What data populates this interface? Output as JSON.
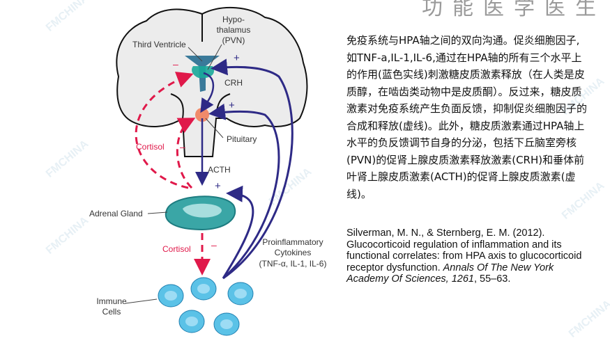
{
  "header": {
    "title": "功能医学医生"
  },
  "watermark": "FMCHINA",
  "diagram": {
    "labels": {
      "hypothalamus": [
        "Hypo-",
        "thalamus",
        "(PVN)"
      ],
      "third_ventricle": "Third Ventricle",
      "crh": "CRH",
      "pituitary": "Pituitary",
      "acth": "ACTH",
      "adrenal_gland": "Adrenal Gland",
      "cortisol_top": "Cortisol",
      "cortisol_bottom": "Cortisol",
      "cytokines": [
        "Proinflammatory",
        "Cytokines",
        "(TNF-α, IL-1, IL-6)"
      ],
      "immune_cells": [
        "Immune",
        "Cells"
      ],
      "plus": "+",
      "minus": "–"
    },
    "colors": {
      "positive": "#2e2a86",
      "negative": "#e0194a",
      "cells": "#5bc2e7",
      "adrenal": "#3aa6a6",
      "pituitary": "#f08a6a",
      "brain": "#ececec"
    }
  },
  "body_text": "免疫系统与HPA轴之间的双向沟通。促炎细胞因子,如TNF-a,IL-1,IL-6,通过在HPA轴的所有三个水平上的作用(蓝色实线)刺激糖皮质激素释放（在人类是皮质醇，在啮齿类动物中是皮质酮）。反过来，糖皮质激素对免疫系统产生负面反馈，抑制促炎细胞因子的合成和释放(虚线)。此外，糖皮质激素通过HPA轴上水平的负反馈调节自身的分泌，包括下丘脑室旁核(PVN)的促肾上腺皮质激素释放激素(CRH)和垂体前叶肾上腺皮质激素(ACTH)的促肾上腺皮质激素(虚线)。",
  "citation": {
    "authors": "Silverman, M. N., & Sternberg, E. M. (2012). Glucocorticoid regulation of inflammation and its functional correlates: from HPA axis to glucocorticoid receptor dysfunction. ",
    "journal": "Annals Of The New York Academy Of Sciences",
    "volume": ", 1261",
    "pages": ", 55–63."
  }
}
